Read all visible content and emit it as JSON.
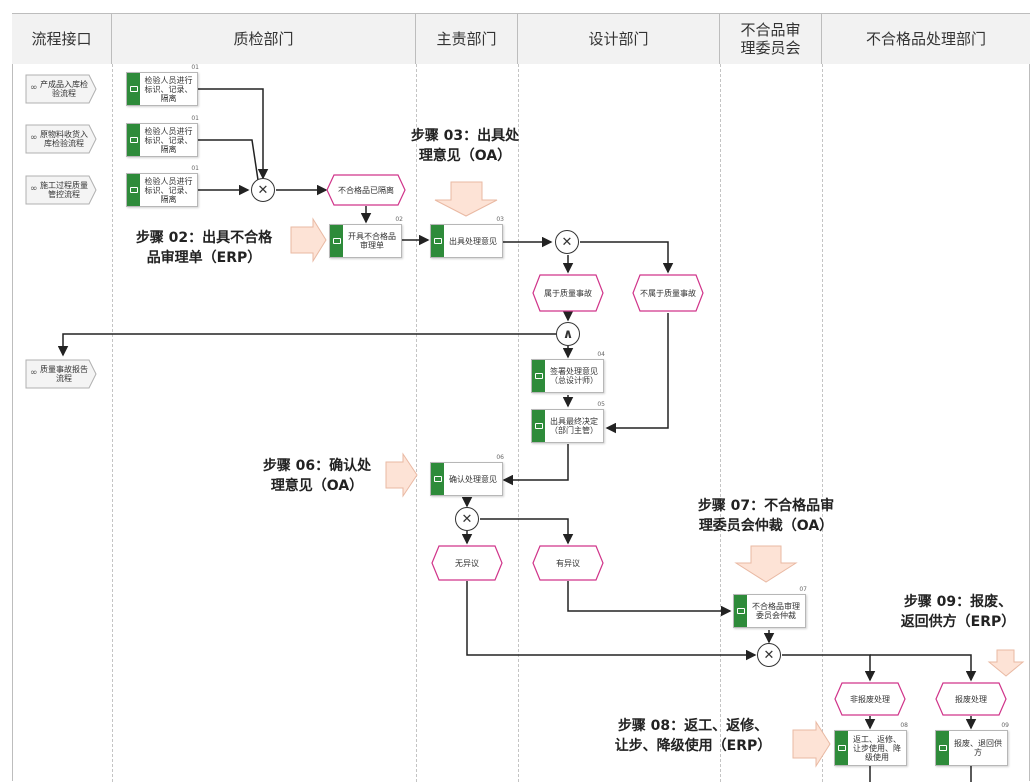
{
  "lanes": [
    {
      "id": "interface",
      "label": "流程接口"
    },
    {
      "id": "qc",
      "label": "质检部门"
    },
    {
      "id": "owner",
      "label": "主责部门"
    },
    {
      "id": "design",
      "label": "设计部门"
    },
    {
      "id": "committee",
      "label": "不合品审\n理委员会"
    },
    {
      "id": "disposal",
      "label": "不合格品处理部门"
    }
  ],
  "interfaces": {
    "i1": {
      "label": "产成品入库检\n验流程"
    },
    "i2": {
      "label": "原物料收货入\n库检验流程"
    },
    "i3": {
      "label": "施工过程质量\n管控流程"
    },
    "i4": {
      "label": "质量事故报告\n流程"
    }
  },
  "tasks": {
    "t1a": {
      "num": "01",
      "label": "检验人员进行\n标识、记录、\n隔离"
    },
    "t1b": {
      "num": "01",
      "label": "检验人员进行\n标识、记录、\n隔离"
    },
    "t1c": {
      "num": "01",
      "label": "检验人员进行\n标识、记录、\n隔离"
    },
    "t2": {
      "num": "02",
      "label": "开具不合格品\n审理单"
    },
    "t3": {
      "num": "03",
      "label": "出具处理意见"
    },
    "t4": {
      "num": "04",
      "label": "签署处理意见\n（总设计师）"
    },
    "t5": {
      "num": "05",
      "label": "出具最终决定\n（部门主管）"
    },
    "t6": {
      "num": "06",
      "label": "确认处理意见"
    },
    "t7": {
      "num": "07",
      "label": "不合格品审理\n委员会仲裁"
    },
    "t8": {
      "num": "08",
      "label": "返工、返修、\n让步使用、降\n级使用"
    },
    "t9": {
      "num": "09",
      "label": "报废、退回供\n方"
    }
  },
  "events": {
    "e1": {
      "label": "不合格品已隔离"
    },
    "e2": {
      "label": "属于质量事故"
    },
    "e3": {
      "label": "不属于质量事故"
    },
    "e4": {
      "label": "无异议"
    },
    "e5": {
      "label": "有异议"
    },
    "e6": {
      "label": "非报废处理"
    },
    "e7": {
      "label": "报废处理"
    }
  },
  "notes": {
    "n2": {
      "label": "步骤 02：出具不合格\n品审理单（ERP）"
    },
    "n3": {
      "label": "步骤 03：出具处\n理意见（OA）"
    },
    "n6": {
      "label": "步骤 06：确认处\n理意见（OA）"
    },
    "n7": {
      "label": "步骤 07：不合格品审\n理委员会仲裁（OA）"
    },
    "n8": {
      "label": "步骤 08：返工、返修、\n让步、降级使用（ERP）"
    },
    "n9": {
      "label": "步骤 09：报废、\n返回供方（ERP）"
    }
  },
  "colors": {
    "task_bar": "#2e8b3a",
    "event_border": "#d0348a",
    "arrow_fill": "#fde3d6",
    "arrow_stroke": "#e9b9a3"
  }
}
